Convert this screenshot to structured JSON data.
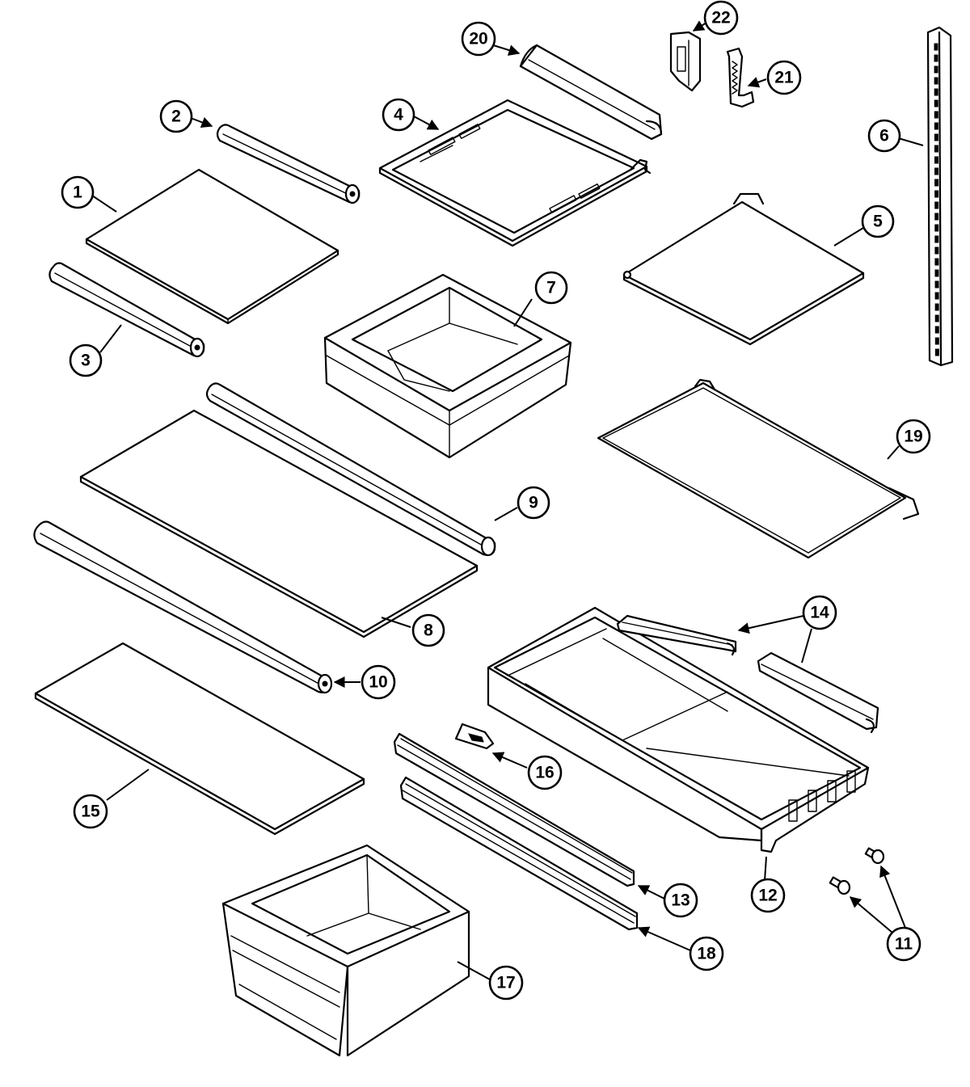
{
  "callouts": {
    "c1": "1",
    "c2": "2",
    "c3": "3",
    "c4": "4",
    "c5": "5",
    "c6": "6",
    "c7": "7",
    "c8": "8",
    "c9": "9",
    "c10": "10",
    "c11": "11",
    "c12": "12",
    "c13": "13",
    "c14": "14",
    "c15": "15",
    "c16": "16",
    "c17": "17",
    "c18": "18",
    "c19": "19",
    "c20": "20",
    "c21": "21",
    "c22": "22"
  },
  "style": {
    "line_color": "#000000",
    "background": "#ffffff"
  }
}
